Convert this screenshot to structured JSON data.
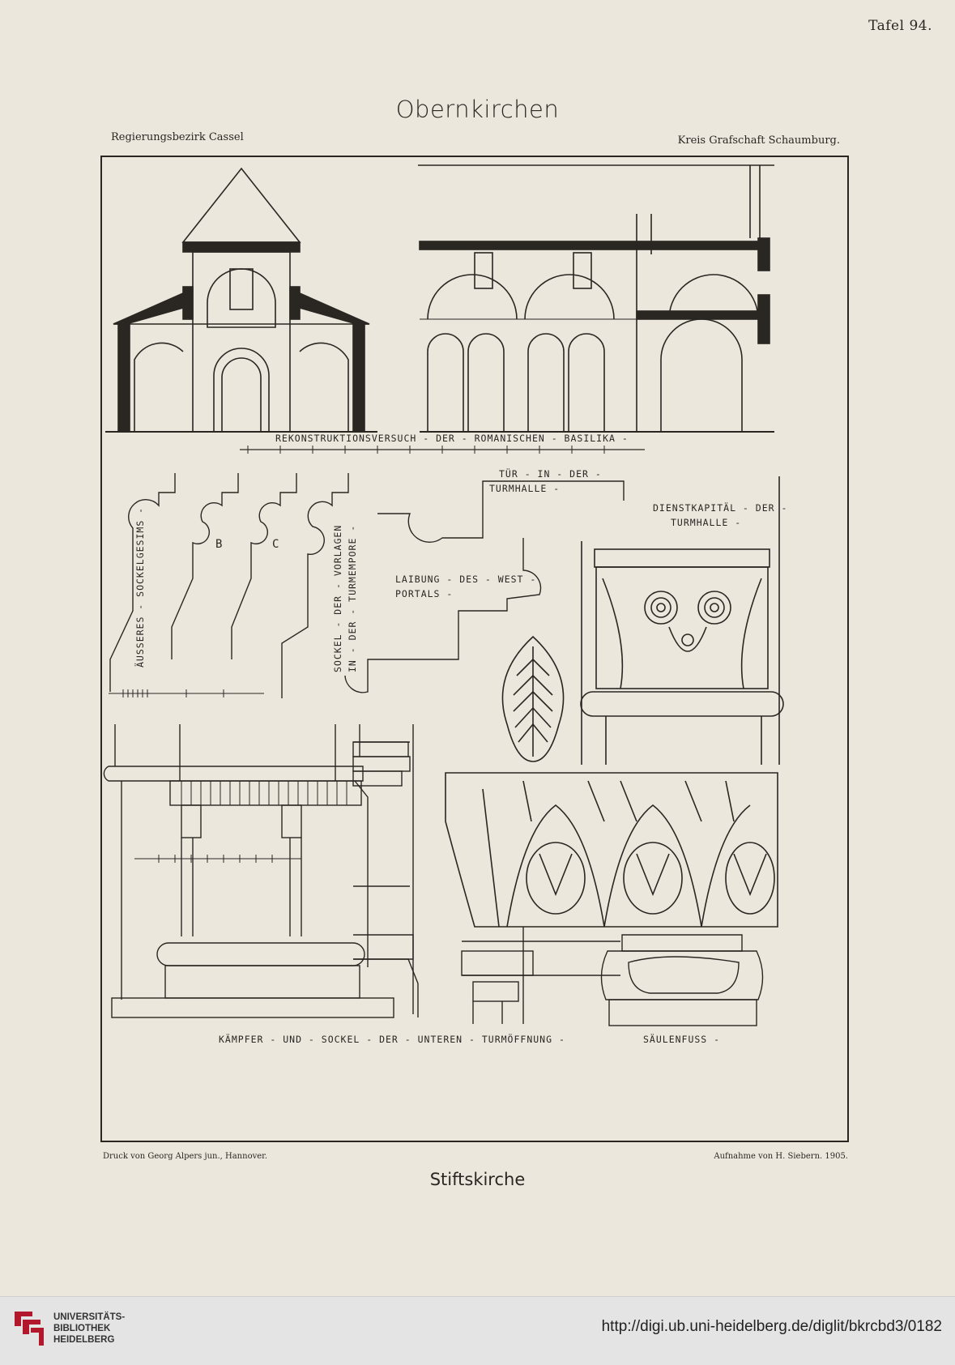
{
  "header": {
    "plate_number": "Tafel 94.",
    "title": "Obernkirchen",
    "district_left": "Regierungsbezirk Cassel",
    "district_right": "Kreis Grafschaft Schaumburg."
  },
  "captions": {
    "basilica": "Rekonstruktionsversuch - der - romanischen - Basilika -",
    "tower_door": "Tür - in - der -",
    "tower_door_2": "Turmhalle -",
    "service_capital": "Dienstkapitäl - der -",
    "service_capital_2": "Turmhalle -",
    "outer_base": "Äusseres - Sockelgesims -",
    "label_b": "B",
    "label_c": "C",
    "base_gallery": "Sockel - der - Vorlagen",
    "base_gallery_2": "in - der - Turmempore -",
    "west_portal": "Laibung - des - West -",
    "west_portal_2": "Portals -",
    "impost": "Kämpfer - und - Sockel - der - unteren - Turmöffnung -",
    "column_base": "Säulenfuss -"
  },
  "footer": {
    "printer": "Druck von Georg Alpers jun., Hannover.",
    "survey": "Aufnahme von H. Siebern.   1905.",
    "subtitle": "Stiftskirche"
  },
  "banner": {
    "library_line1": "UNIVERSITÄTS-",
    "library_line2": "BIBLIOTHEK",
    "library_line3": "HEIDELBERG",
    "url": "http://digi.ub.uni-heidelberg.de/diglit/bkrcbd3/0182"
  },
  "colors": {
    "paper": "#ece7dd",
    "ink": "#2a2622",
    "logo_red": "#b3172b"
  }
}
